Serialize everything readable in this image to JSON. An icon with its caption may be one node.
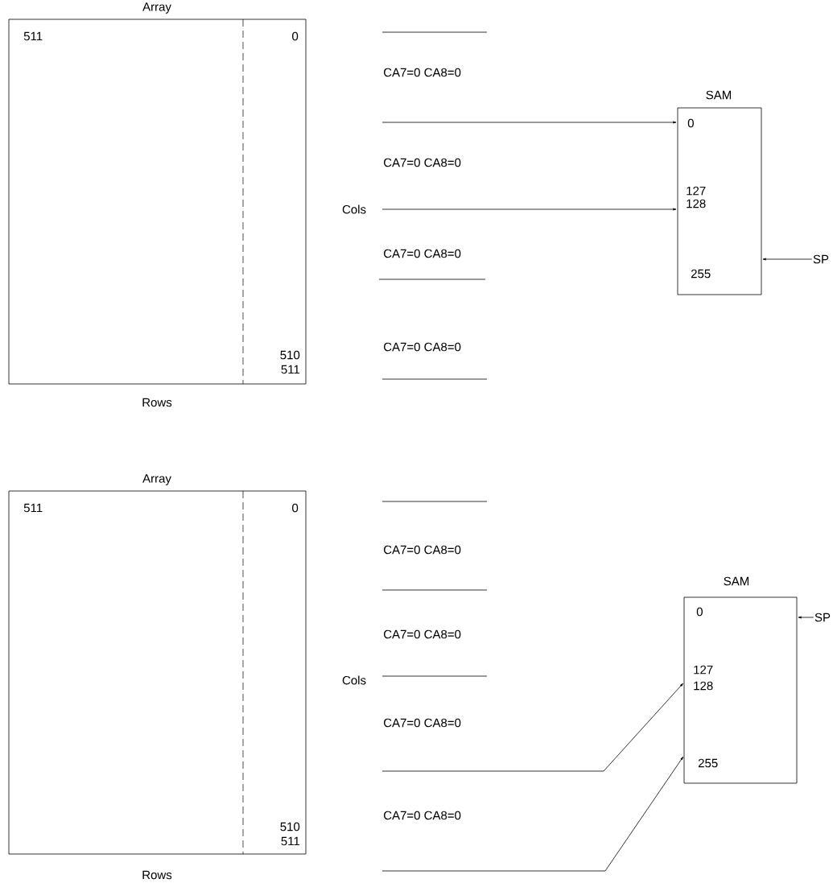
{
  "diagram": {
    "nodes": [
      {
        "text": [
          "Array",
          "511",
          "0",
          "510",
          "511"
        ],
        "beside": [
          "Rows"
        ]
      },
      {
        "text": [
          "SAM",
          "0",
          "127",
          "128",
          "255"
        ]
      },
      {
        "text": [
          "SP"
        ]
      },
      {
        "text": [
          "Array",
          "511",
          "0",
          "510",
          "511"
        ],
        "beside": [
          "Rows"
        ]
      },
      {
        "text": [
          "SAM",
          "0",
          "127",
          "128",
          "255"
        ]
      },
      {
        "text": [
          "SP"
        ]
      }
    ],
    "edges": [
      {
        "from": null,
        "to": 1,
        "arrow": "to"
      },
      {
        "from": null,
        "to": 1,
        "arrow": "to"
      },
      {
        "from": 2,
        "to": 1,
        "arrow": "to"
      },
      {
        "from": null,
        "to": 4,
        "arrow": "to"
      },
      {
        "from": null,
        "to": 4,
        "arrow": "to"
      },
      {
        "from": 5,
        "to": 4,
        "arrow": "to"
      }
    ],
    "labels": [
      "CA7=0 CA8=0",
      "CA7=0 CA8=0",
      "Cols",
      "CA7=0 CA8=0",
      "CA7=0 CA8=0",
      "CA7=0 CA8=0",
      "CA7=0 CA8=0",
      "Cols",
      "CA7=0 CA8=0",
      "CA7=0 CA8=0"
    ]
  }
}
